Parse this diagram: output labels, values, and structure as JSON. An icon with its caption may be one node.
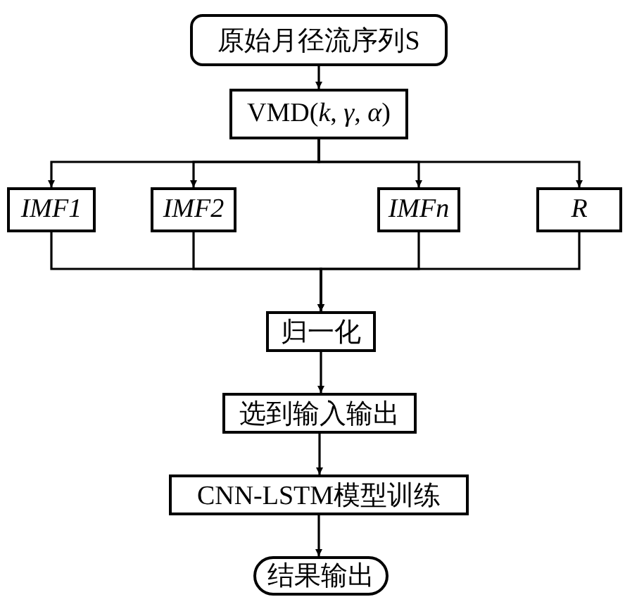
{
  "diagram": {
    "nodes": [
      {
        "text": [
          "原始月径流序列S"
        ]
      },
      {
        "text": [
          "VMD(*k*, *γ*, *α*)"
        ]
      },
      {
        "text": [
          "IMF1"
        ]
      },
      {
        "text": [
          "IMF2"
        ]
      },
      {
        "text": [
          "IMFn"
        ]
      },
      {
        "text": [
          "R"
        ]
      },
      {
        "text": [
          "归一化"
        ]
      },
      {
        "text": [
          "选到输入输出"
        ]
      },
      {
        "text": [
          "CNN-LSTM模型训练"
        ]
      },
      {
        "text": [
          "结果输出"
        ]
      }
    ],
    "edges": [
      {
        "from": 0,
        "to": 1,
        "arrow": "to"
      },
      {
        "from": 1,
        "to": 2,
        "arrow": "to"
      },
      {
        "from": 1,
        "to": 3,
        "arrow": "to"
      },
      {
        "from": 1,
        "to": 4,
        "arrow": "to"
      },
      {
        "from": 1,
        "to": 5,
        "arrow": "to"
      },
      {
        "from": 2,
        "to": 6,
        "arrow": "to"
      },
      {
        "from": 3,
        "to": 6,
        "arrow": "to"
      },
      {
        "from": 4,
        "to": 6,
        "arrow": "to"
      },
      {
        "from": 5,
        "to": 6,
        "arrow": "to"
      },
      {
        "from": 6,
        "to": 7,
        "arrow": "to"
      },
      {
        "from": 7,
        "to": 8,
        "arrow": "to"
      },
      {
        "from": 8,
        "to": 9,
        "arrow": "to"
      }
    ]
  }
}
